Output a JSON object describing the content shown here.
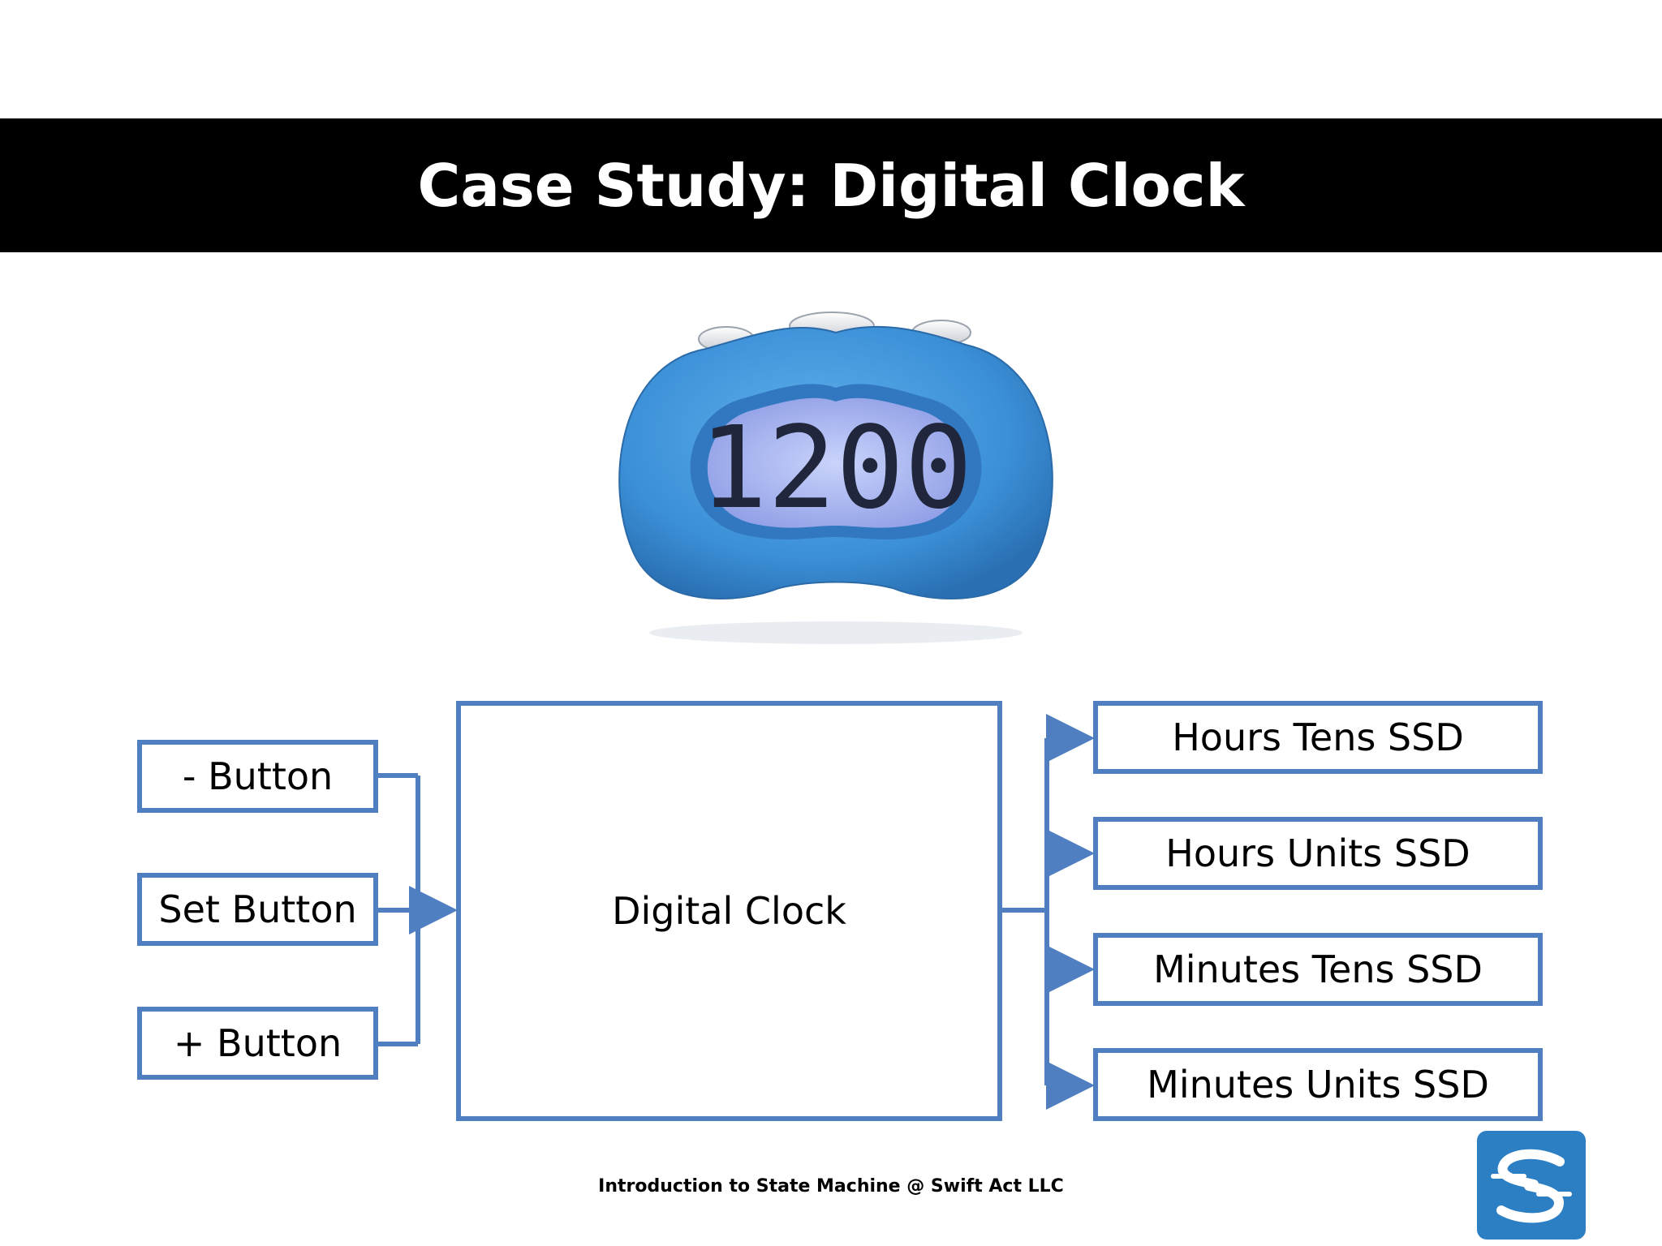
{
  "header": {
    "title": "Case Study: Digital Clock"
  },
  "clock_display": {
    "digits": "1200"
  },
  "diagram": {
    "inputs": [
      "- Button",
      "Set Button",
      "+ Button"
    ],
    "center": "Digital Clock",
    "outputs": [
      "Hours Tens SSD",
      "Hours Units SSD",
      "Minutes Tens SSD",
      "Minutes Units SSD"
    ],
    "line_color": "#4f7fc1"
  },
  "footer": {
    "text": "Introduction to State Machine @ Swift Act LLC"
  },
  "logo": {
    "icon": "swift-act-logo-icon",
    "color": "#2d7fc4"
  }
}
